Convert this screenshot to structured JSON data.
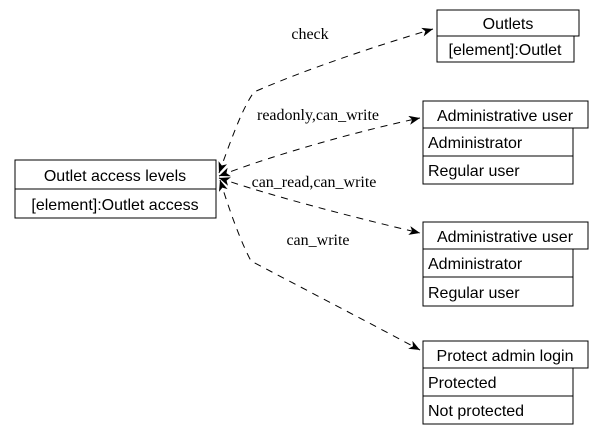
{
  "diagram": {
    "background_color": "#ffffff",
    "line_color": "#000000",
    "nodes": {
      "source": {
        "title": "Outlet access levels",
        "subtitle": "[element]:Outlet access"
      },
      "outlets": {
        "title": "Outlets",
        "subtitle": "[element]:Outlet"
      },
      "access_readonly": {
        "title": "Administrative user",
        "options": [
          "Administrator",
          "Regular user"
        ]
      },
      "access_read": {
        "title": "Administrative user",
        "options": [
          "Administrator",
          "Regular user"
        ]
      },
      "protect_admin": {
        "title": "Protect admin login",
        "options": [
          "Protected",
          "Not protected"
        ]
      }
    },
    "edges": [
      {
        "label": "check"
      },
      {
        "label": "readonly,can_write"
      },
      {
        "label": "can_read,can_write"
      },
      {
        "label": "can_write"
      }
    ]
  }
}
